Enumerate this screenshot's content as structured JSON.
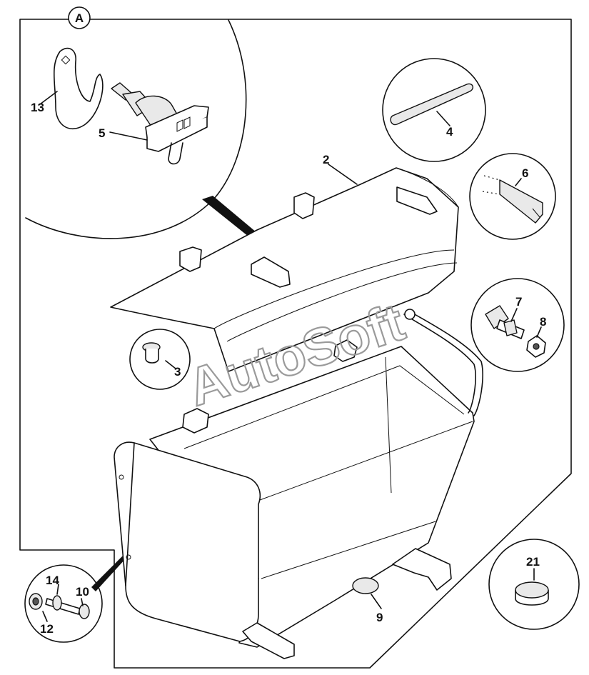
{
  "diagram": {
    "view_marker": "A",
    "watermark": "AutoSoft",
    "callouts": [
      {
        "id": "n2",
        "text": "2"
      },
      {
        "id": "n3",
        "text": "3"
      },
      {
        "id": "n4",
        "text": "4"
      },
      {
        "id": "n5",
        "text": "5"
      },
      {
        "id": "n6",
        "text": "6"
      },
      {
        "id": "n7",
        "text": "7"
      },
      {
        "id": "n8",
        "text": "8"
      },
      {
        "id": "n9",
        "text": "9"
      },
      {
        "id": "n10",
        "text": "10"
      },
      {
        "id": "n12",
        "text": "12"
      },
      {
        "id": "n13",
        "text": "13"
      },
      {
        "id": "n14",
        "text": "14"
      },
      {
        "id": "n21",
        "text": "21"
      }
    ]
  }
}
